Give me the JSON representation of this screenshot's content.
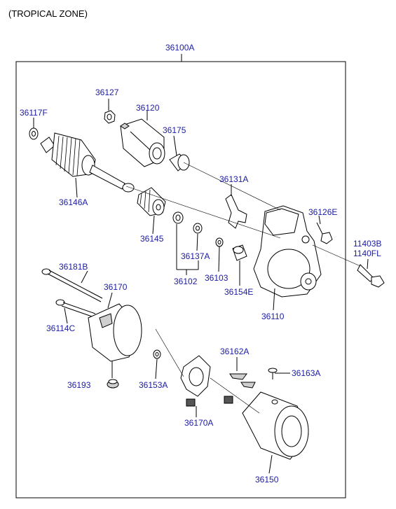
{
  "header": {
    "zone_label": "(TROPICAL ZONE)",
    "assembly_number": "36100A"
  },
  "labels": {
    "p36127": "36127",
    "p36120": "36120",
    "p36117F": "36117F",
    "p36175": "36175",
    "p36131A": "36131A",
    "p36146A": "36146A",
    "p36126E": "36126E",
    "p11403B": "11403B",
    "p1140FL": "1140FL",
    "p36145": "36145",
    "p36137A": "36137A",
    "p36181B": "36181B",
    "p36102": "36102",
    "p36103": "36103",
    "p36154E": "36154E",
    "p36170": "36170",
    "p36110": "36110",
    "p36114C": "36114C",
    "p36162A": "36162A",
    "p36163A": "36163A",
    "p36193": "36193",
    "p36153A": "36153A",
    "p36170A": "36170A",
    "p36150": "36150"
  }
}
